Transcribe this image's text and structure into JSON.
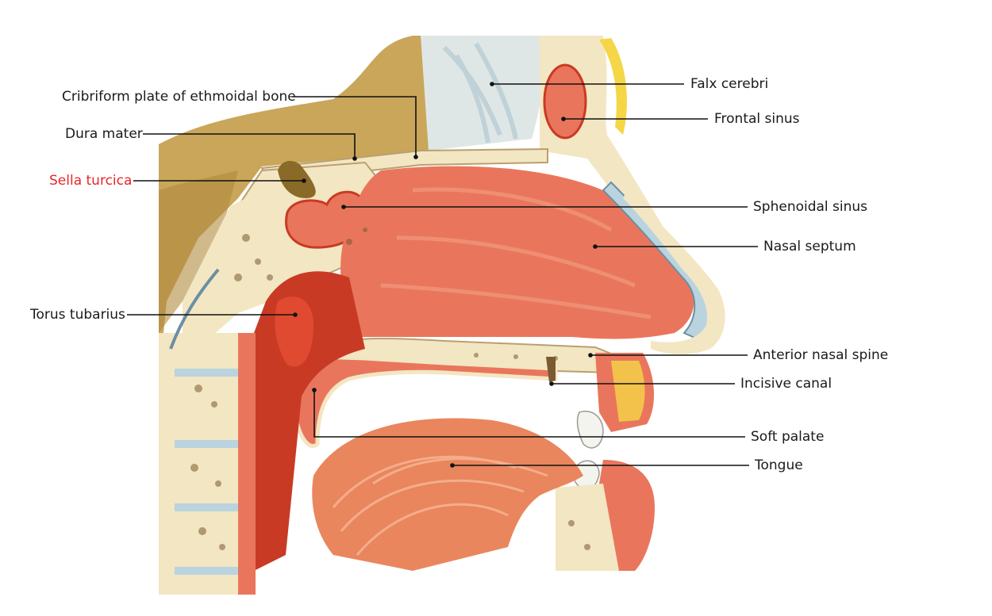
{
  "colors": {
    "background": "#ffffff",
    "label_text": "#1a1a1a",
    "highlight_label": "#e8262a",
    "leader_line": "#111111",
    "mucosa": "#e9765c",
    "mucosa_dark": "#c93a24",
    "bone": "#f3e6c2",
    "bone_pore": "#7a5a30",
    "brain_tan": "#c9a65a",
    "falx": "#dfe6e6",
    "cartilage": "#b9d3df",
    "fat": "#f5d646"
  },
  "labels": {
    "cribriform": "Cribriform plate of ethmoidal bone",
    "dura_mater": "Dura mater",
    "sella_turcica": "Sella turcica",
    "torus_tubarius": "Torus tubarius",
    "falx_cerebri": "Falx cerebri",
    "frontal_sinus": "Frontal sinus",
    "sphenoidal_sinus": "Sphenoidal sinus",
    "nasal_septum": "Nasal septum",
    "anterior_nasal_spine": "Anterior nasal spine",
    "incisive_canal": "Incisive canal",
    "soft_palate": "Soft palate",
    "tongue": "Tongue"
  },
  "highlighted_label": "sella_turcica"
}
